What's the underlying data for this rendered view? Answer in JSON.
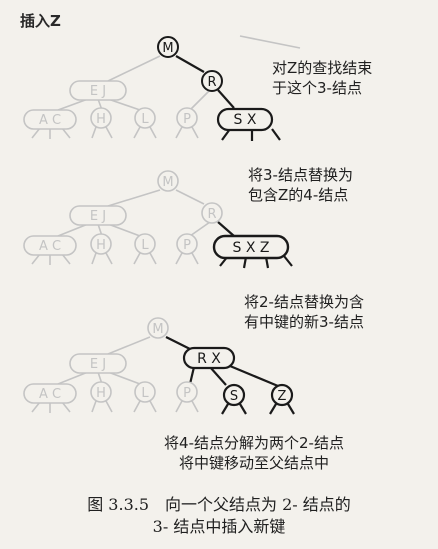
{
  "title": "插入Z",
  "stages": [
    {
      "note": [
        "对Z的查找结束",
        "于这个3-结点"
      ],
      "nodes": {
        "root": "M",
        "l1": "E J",
        "r1": "R",
        "a": "A C",
        "h": "H",
        "l": "L",
        "p": "P",
        "focus": "S X"
      }
    },
    {
      "note": [
        "将3-结点替换为",
        "包含Z的4-结点"
      ],
      "nodes": {
        "root": "M",
        "l1": "E J",
        "r1": "R",
        "a": "A C",
        "h": "H",
        "l": "L",
        "p": "P",
        "focus": "S X Z"
      }
    },
    {
      "note": [
        "将2-结点替换为含",
        "有中键的新3-结点"
      ],
      "note_bottom": [
        "将4-结点分解为两个2-结点",
        "将中键移动至父结点中"
      ],
      "nodes": {
        "root": "M",
        "l1": "E J",
        "r1": "R X",
        "a": "A C",
        "h": "H",
        "l": "L",
        "p": "P",
        "s": "S",
        "z": "Z"
      }
    }
  ],
  "caption": [
    "图 3.3.5　向一个父结点为 2- 结点的",
    "3- 结点中插入新键"
  ],
  "colors": {
    "faded": "#c4c4c4",
    "dark": "#1a1a1a",
    "background": "#f3f1ec"
  }
}
